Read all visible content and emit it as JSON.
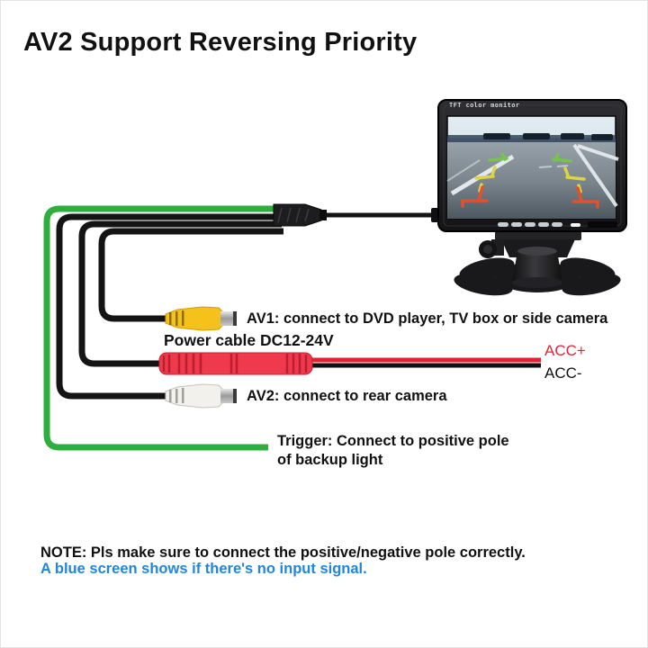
{
  "title": "AV2 Support Reversing Priority",
  "monitor": {
    "screen_label": "TFT color monitor"
  },
  "connections": {
    "av1_label": "AV1: connect to DVD player, TV box or side camera",
    "power_label": "Power cable DC12-24V",
    "acc_positive": "ACC+",
    "acc_negative": "ACC-",
    "av2_label": "AV2: connect to rear camera",
    "trigger_label_line1": "Trigger: Connect to positive pole",
    "trigger_label_line2": "of backup light"
  },
  "note": {
    "line1": "NOTE: Pls make sure to connect the positive/negative pole correctly.",
    "line2": "A blue screen shows if there's no input signal."
  },
  "colors": {
    "trigger_wire_green": "#2fae3e",
    "av1_connector_yellow": "#f5c21b",
    "power_connector_red": "#ee3a4c",
    "av2_connector_white": "#f2f1ec",
    "acc_positive_red": "#e62239",
    "note_blue": "#2086db",
    "wire_black": "#141414"
  }
}
